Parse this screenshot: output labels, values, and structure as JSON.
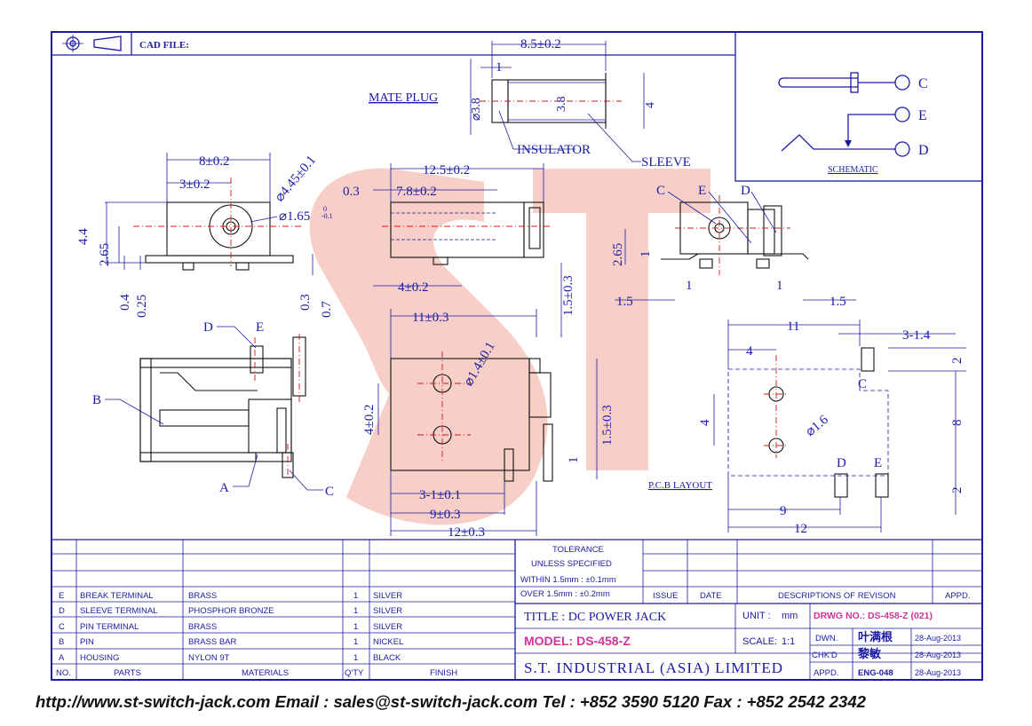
{
  "header": {
    "cad_file_label": "CAD FILE:"
  },
  "mate_plug": {
    "title": "MATE PLUG",
    "dim_length": "8.5±0.2",
    "dim_1": "1",
    "dim_dia_insulator": "⌀3.8",
    "dim_sleeve_inner": "3.8",
    "dim_sleeve_outer": "4",
    "insulator_label": "INSULATOR",
    "sleeve_label": "SLEEVE"
  },
  "schematic": {
    "title": "SCHEMATIC",
    "label_c": "C",
    "label_e": "E",
    "label_d": "D"
  },
  "front_view": {
    "dim_width": "8±0.2",
    "dim_3": "3±0.2",
    "dim_outer_dia": "⌀4.45±0.1",
    "dim_inner_dia": "⌀1.65",
    "dim_inner_tol_top": "0",
    "dim_inner_tol_bottom": "-0.1",
    "dim_height": "4.4",
    "dim_center": "2.65",
    "dim_04": "0.4",
    "dim_025": "0.25"
  },
  "side_view": {
    "dim_length": "12.5±0.2",
    "dim_03_top": "0.3",
    "dim_78": "7.8±0.2",
    "dim_4": "4±0.2",
    "dim_03_bottom": "0.3",
    "dim_07": "0.7",
    "dim_15": "1.5±0.3"
  },
  "rear_view": {
    "label_c": "C",
    "label_e": "E",
    "label_d": "D",
    "dim_265": "2.65",
    "dim_1_left": "1",
    "dim_1_mid": "1",
    "dim_1_right": "1",
    "dim_15_left": "1.5",
    "dim_15_right": "1.5"
  },
  "section_view": {
    "label_d": "D",
    "label_e": "E",
    "label_b": "B",
    "label_a": "A",
    "label_c": "C"
  },
  "bottom_view": {
    "dim_11": "11±0.3",
    "dim_hole": "⌀1.4±0.1",
    "dim_4": "4±0.2",
    "dim_15": "1.5±0.3",
    "dim_1": "1",
    "dim_31": "3-1±0.1",
    "dim_9": "9±0.3",
    "dim_12": "12±0.3"
  },
  "pcb_layout": {
    "title": "P.C.B LAYOUT",
    "dim_11": "11",
    "dim_3_14": "3-1.4",
    "dim_4_h": "4",
    "dim_2_top": "2",
    "dim_4_v": "4",
    "dim_hole": "⌀1.6",
    "dim_8": "8",
    "dim_2_bottom": "2",
    "dim_9": "9",
    "dim_12": "12",
    "label_c": "C",
    "label_d": "D",
    "label_e": "E"
  },
  "tolerance": {
    "title": "TOLERANCE",
    "subtitle": "UNLESS  SPECIFIED",
    "within": "WITHIN  1.5mm : ±0.1mm",
    "over": "OVER    1.5mm : ±0.2mm"
  },
  "revision": {
    "issue": "ISSUE",
    "date": "DATE",
    "descriptions": "DESCRIPTIONS OF REVISON",
    "appd": "APPD."
  },
  "parts_table": {
    "headers": {
      "no": "NO.",
      "parts": "PARTS",
      "materials": "MATERIALS",
      "qty": "Q'TY",
      "finish": "FINISH"
    },
    "rows": [
      {
        "no": "E",
        "part": "BREAK TERMINAL",
        "material": "BRASS",
        "qty": "1",
        "finish": "SILVER"
      },
      {
        "no": "D",
        "part": "SLEEVE TERMINAL",
        "material": "PHOSPHOR BRONZE",
        "qty": "1",
        "finish": "SILVER"
      },
      {
        "no": "C",
        "part": "PIN TERMINAL",
        "material": "BRASS",
        "qty": "1",
        "finish": "SILVER"
      },
      {
        "no": "B",
        "part": "PIN",
        "material": "BRASS BAR",
        "qty": "1",
        "finish": "NICKEL"
      },
      {
        "no": "A",
        "part": "HOUSING",
        "material": "NYLON 9T",
        "qty": "1",
        "finish": "BLACK"
      }
    ]
  },
  "title_block": {
    "title": "TITLE : DC POWER JACK",
    "unit_label": "UNIT :",
    "unit_value": "mm",
    "drwg_no": "DRWG NO.: DS-458-Z (021)",
    "model": "MODEL: DS-458-Z",
    "scale_label": "SCALE:",
    "scale_value": "1:1",
    "company": "S.T.  INDUSTRIAL  (ASIA)  LIMITED",
    "dwn_label": "DWN.",
    "dwn_name": "叶满根",
    "dwn_date": "28-Aug-2013",
    "chkd_label": "CHK'D",
    "chkd_name": "黎敏",
    "chkd_date": "28-Aug-2013",
    "appd_label": "APPD.",
    "appd_name": "ENG-048",
    "appd_date": "28-Aug-2013"
  },
  "footer": "http://www.st-switch-jack.com  Email : sales@st-switch-jack.com  Tel : +852 3590 5120  Fax : +852 2542 2342",
  "watermark": "ST",
  "colors": {
    "line": "#1a1aa6",
    "center_line": "#d01818",
    "model_text": "#d03399",
    "watermark": "#f2a89a"
  }
}
